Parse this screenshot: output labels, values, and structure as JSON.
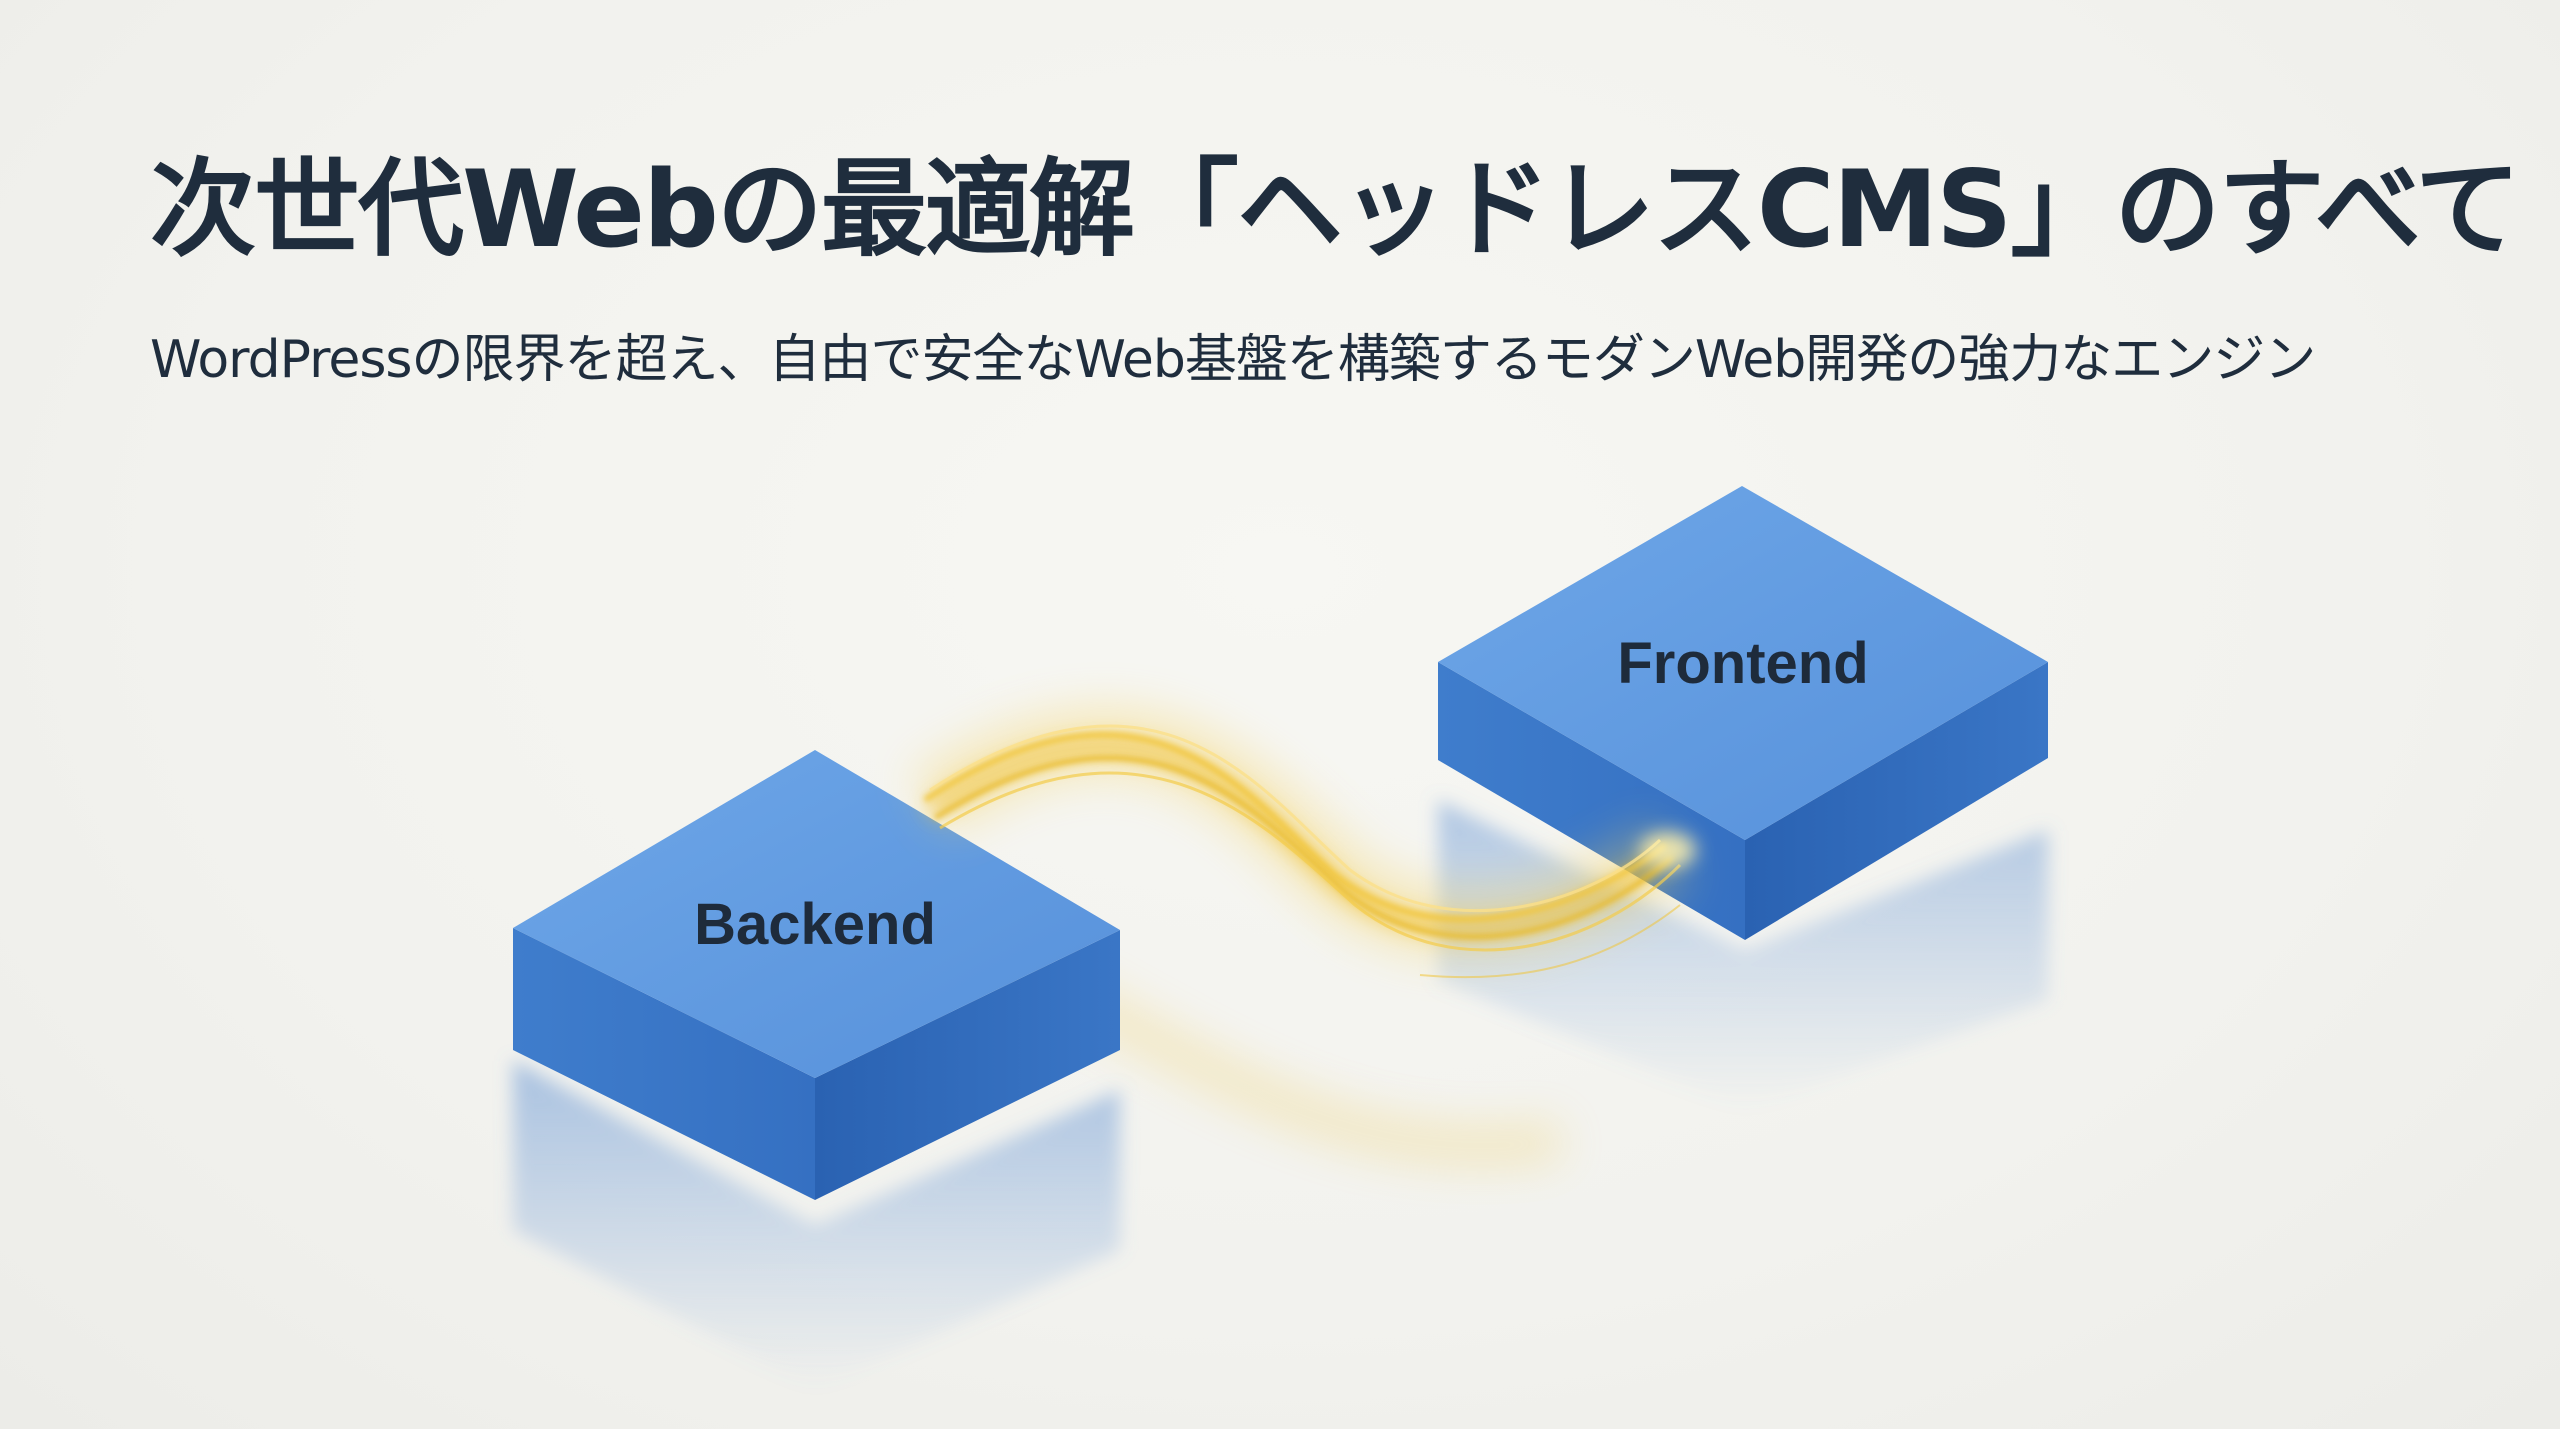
{
  "slide": {
    "title": "次世代Webの最適解「ヘッドレスCMS」のすべて",
    "subtitle": "WordPressの限界を超え、自由で安全なWeb基盤を構築するモダンWeb開発の強力なエンジン"
  },
  "diagram": {
    "backend_label": "Backend",
    "frontend_label": "Frontend",
    "colors": {
      "block_top": "#5f9be0",
      "block_left": "#3c78c9",
      "block_right": "#2c64b4",
      "connection": "#f0c43a"
    }
  }
}
